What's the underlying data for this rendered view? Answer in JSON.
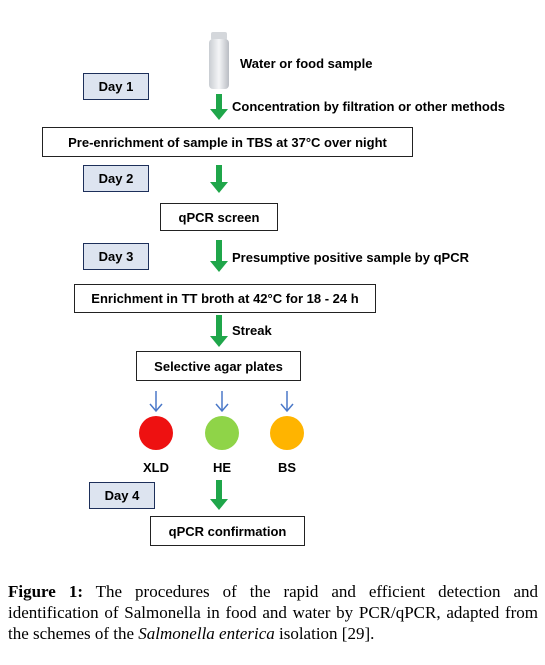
{
  "sample": {
    "label": "Water or food sample"
  },
  "days": {
    "d1": "Day 1",
    "d2": "Day 2",
    "d3": "Day 3",
    "d4": "Day 4"
  },
  "steps": {
    "concentration": "Concentration by filtration or other methods",
    "pre_enrichment": "Pre-enrichment of sample in TBS at 37°C over night",
    "qpcr_screen": "qPCR screen",
    "presumptive": "Presumptive positive sample by qPCR",
    "enrichment": "Enrichment in TT broth at 42°C for 18 - 24 h",
    "streak": "Streak",
    "selective": "Selective agar plates",
    "confirmation": "qPCR confirmation"
  },
  "plates": [
    {
      "label": "XLD",
      "color": "#ee1111"
    },
    {
      "label": "HE",
      "color": "#8fd448"
    },
    {
      "label": "BS",
      "color": "#ffb400"
    }
  ],
  "colors": {
    "arrow": "#1fa64a",
    "blue_arrow": "#4a78c8"
  },
  "caption": {
    "lead": "Figure 1:",
    "text_a": " The procedures of the rapid and efficient detection and identification of Salmonella in food and water by PCR/qPCR, adapted from the schemes of the ",
    "italic": "Salmonella enterica",
    "text_b": " isolation [29]."
  }
}
